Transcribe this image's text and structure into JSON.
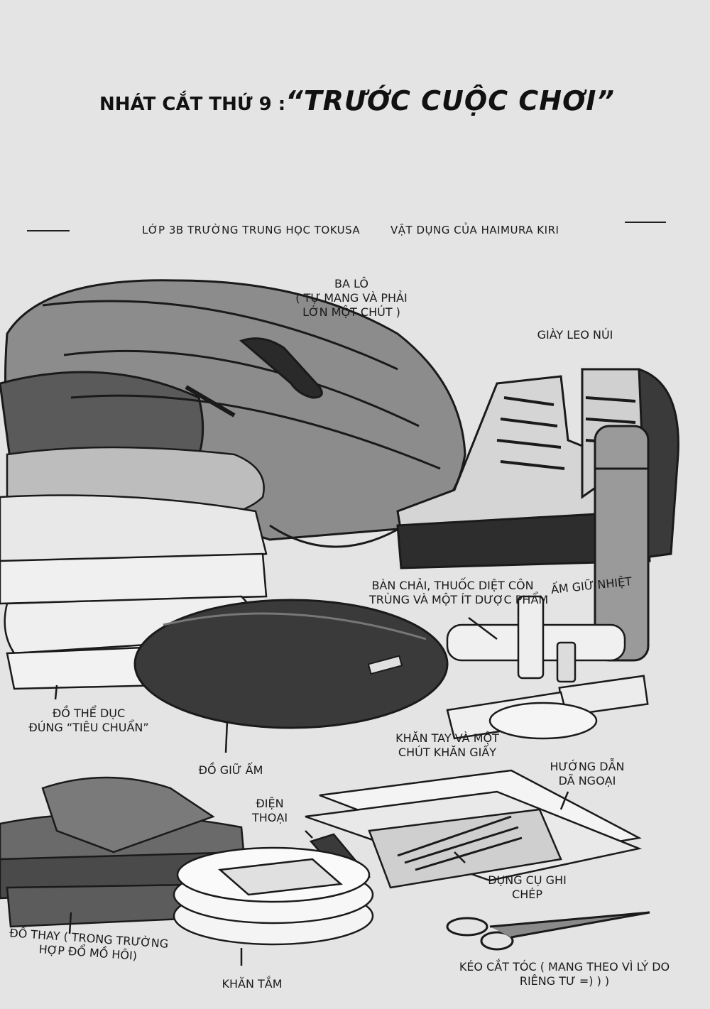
{
  "title": {
    "prefix": "NHÁT CẮT THỨ 9 :",
    "main": "“TRƯỚC CUỘC CHƠI”"
  },
  "header": {
    "left": "LỚP 3B TRƯỜNG TRUNG HỌC TOKUSA",
    "right": "VẬT DỤNG CỦA HAIMURA KIRI"
  },
  "labels": {
    "backpack": [
      "BA LÔ",
      "( TỰ MANG VÀ PHẢI",
      "LỚN MỘT CHÚT )"
    ],
    "boots": [
      "GIÀY LEO NÚI"
    ],
    "toiletries": [
      "BÀN CHẢI, THUỐC DIỆT CÔN",
      "TRÙNG VÀ MỘT ÍT DƯỢC PHẨM"
    ],
    "thermos": [
      "ẤM GIỮ NHIỆT"
    ],
    "gym_clothes": [
      "ĐỒ THỂ DỤC",
      "ĐÚNG “TIÊU CHUẨN”"
    ],
    "handkerchief": [
      "KHĂN TAY VÀ MỘT",
      "CHÚT KHĂN GIẤY"
    ],
    "warm_clothes": [
      "ĐỒ GIỮ ẤM"
    ],
    "guide": [
      "HƯỚNG DẪN",
      "DÃ NGOẠI"
    ],
    "phone": [
      "ĐIỆN",
      "THOẠI"
    ],
    "stationery": [
      "DỤNG CỤ GHI",
      "CHÉP"
    ],
    "change_clothes": [
      "ĐỒ THAY ( TRONG TRƯỜNG",
      "HỢP ĐỔ MỒ HÔI)"
    ],
    "towel": [
      "KHĂN TẮM"
    ],
    "scissors": [
      "KÉO CẮT TÓC ( MANG THEO VÌ LÝ DO",
      "RIÊNG TƯ =) ) )"
    ]
  },
  "colors": {
    "background": "#e4e4e4",
    "ink": "#1a1a1a",
    "dark_item": "#3a3a3a",
    "mid_item": "#8a8a8a",
    "light_item": "#f2f2f2"
  }
}
